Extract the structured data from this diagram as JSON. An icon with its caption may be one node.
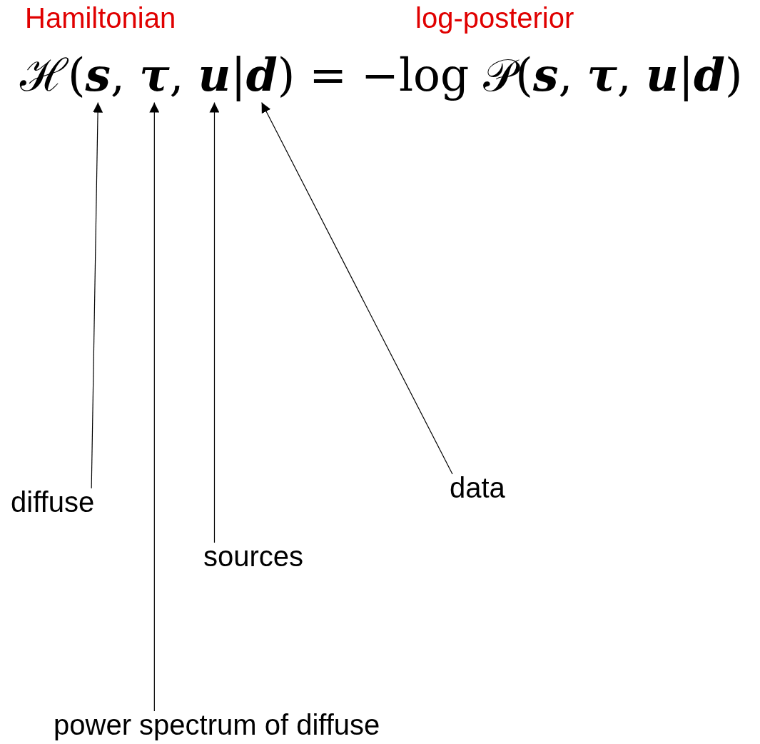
{
  "diagram": {
    "nodes": [
      {
        "text": [
          "ℋ(**s**, **τ**, **u**|**d**) = −log 𝒫(**s**, **τ**, **u**|**d**)"
        ]
      },
      {
        "text": [
          "diffuse"
        ]
      },
      {
        "text": [
          "power spectrum of diffuse"
        ]
      },
      {
        "text": [
          "sources"
        ]
      },
      {
        "text": [
          "data"
        ]
      }
    ],
    "edges": [
      {
        "from": 1,
        "to": 0,
        "arrow": "to"
      },
      {
        "from": 2,
        "to": 0,
        "arrow": "to"
      },
      {
        "from": 3,
        "to": 0,
        "arrow": "to"
      },
      {
        "from": 4,
        "to": 0,
        "arrow": "to"
      }
    ],
    "labels": [
      "Hamiltonian",
      "log-posterior"
    ]
  }
}
